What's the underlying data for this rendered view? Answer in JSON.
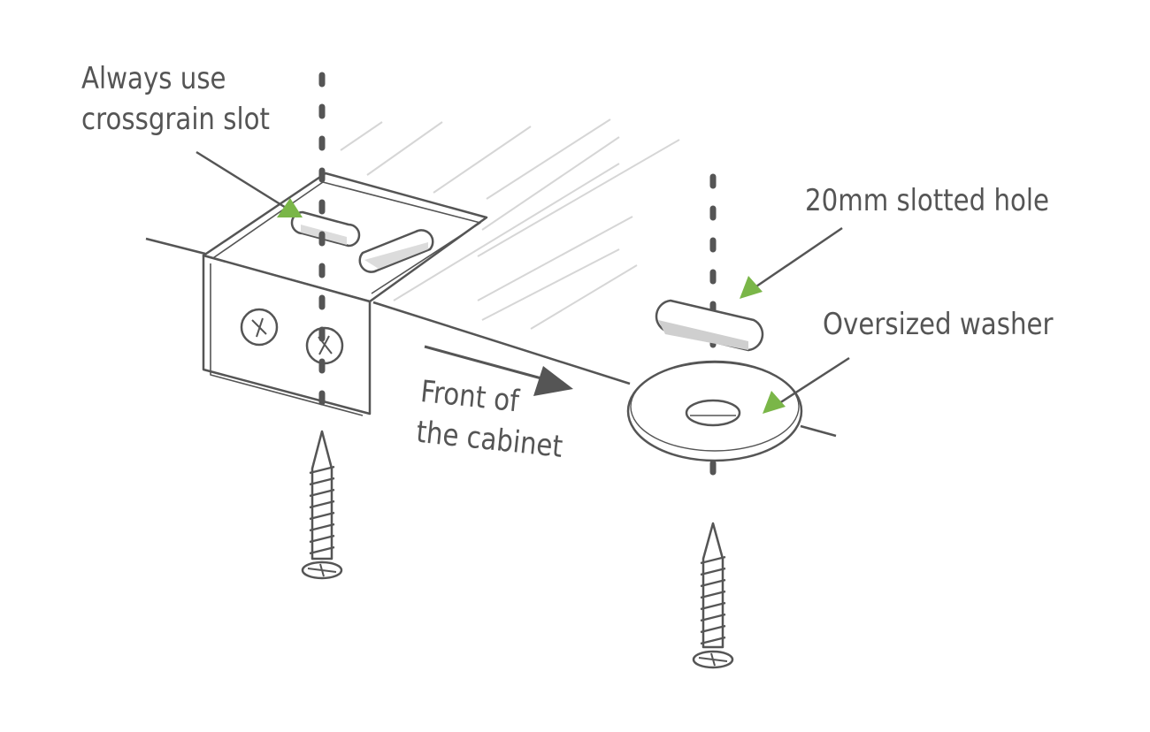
{
  "labels": {
    "crossgrain_line1": "Always use",
    "crossgrain_line2": "crossgrain slot",
    "slotted_hole": "20mm slotted hole",
    "washer": "Oversized washer",
    "front_line1": "Front of",
    "front_line2": "the cabinet"
  },
  "colors": {
    "line": "#555555",
    "accent": "#7ab648",
    "slot_fill": "#dcdcdc",
    "hatch": "#d6d6d6",
    "background": "#ffffff"
  },
  "icons": [
    "l-bracket-icon",
    "screw-icon",
    "washer-icon",
    "slotted-hole-icon",
    "arrow-icon"
  ]
}
